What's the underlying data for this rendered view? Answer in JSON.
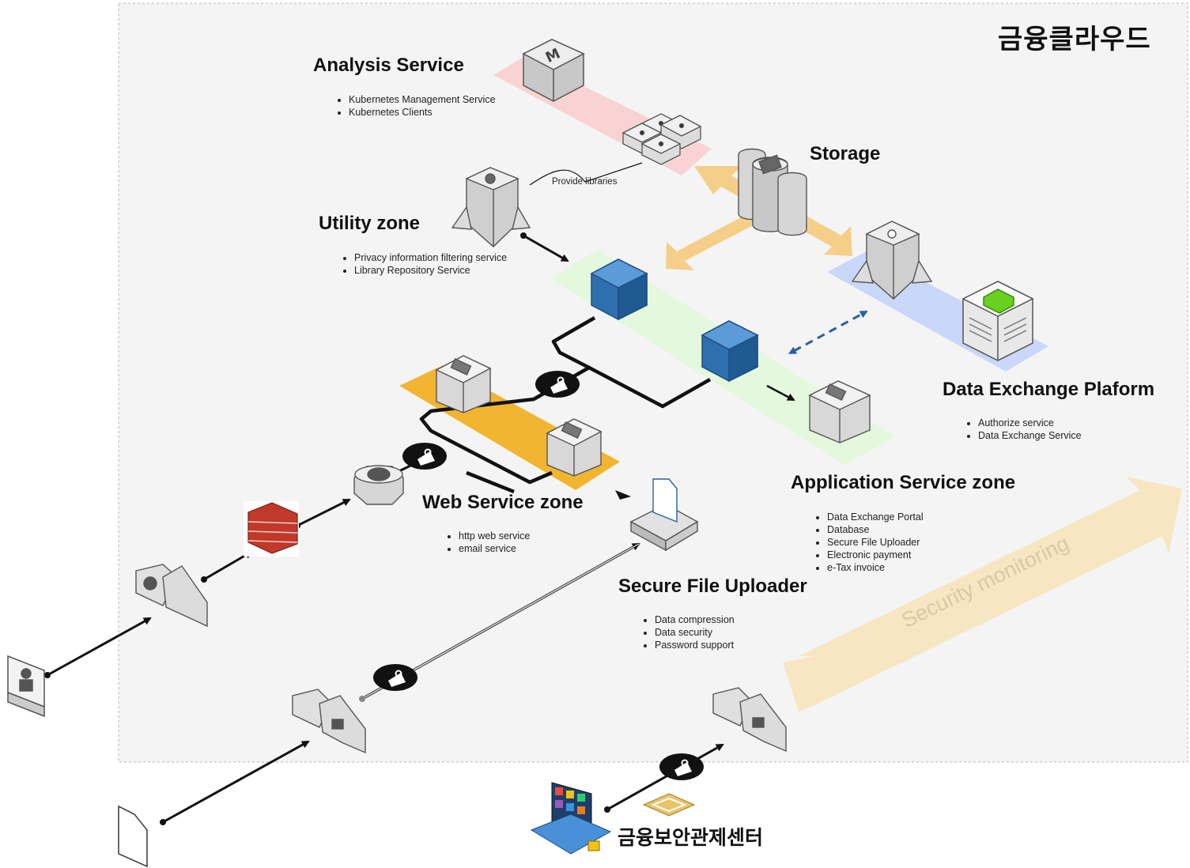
{
  "title": "금융클라우드",
  "center_title": "금융보안관제센터",
  "zones": {
    "analysis": {
      "title": "Analysis Service",
      "items": [
        "Kubernetes Management Service",
        "Kubernetes Clients"
      ]
    },
    "utility": {
      "title": "Utility zone",
      "items": [
        "Privacy information filtering service",
        "Library Repository Service"
      ]
    },
    "storage": {
      "title": "Storage"
    },
    "web": {
      "title": "Web Service zone",
      "items": [
        "http web service",
        "email service"
      ]
    },
    "application": {
      "title": "Application Service zone",
      "items": [
        "Data Exchange Portal",
        "Database",
        "Secure File Uploader",
        "Electronic payment",
        "e-Tax invoice"
      ]
    },
    "data_exchange": {
      "title": "Data Exchange Plaform",
      "items": [
        "Authorize service",
        "Data Exchange Service"
      ]
    },
    "uploader": {
      "title": "Secure File Uploader",
      "items": [
        "Data compression",
        "Data security",
        "Password support"
      ]
    }
  },
  "provide_libraries": "Provide libraries",
  "security_monitoring": "Security monitoring",
  "colors": {
    "cloud_bg": "#f4f4f4",
    "analysis_band": "#f9cccc",
    "utility_band": "#e2f8da",
    "data_exchange_band": "#c4d4fa",
    "web_band": "#f2b531",
    "storage_arrow": "#f5cf8a",
    "monitoring_arrow": "#f7e6c2",
    "cube_blue": "#2f6fb0"
  },
  "icons": [
    "user-workstation-icon",
    "document-icon",
    "firewall-icon",
    "gateway-icon",
    "lock-badge-icon",
    "server-icon",
    "container-icon",
    "storage-icon",
    "database-icon",
    "control-center-icon"
  ]
}
